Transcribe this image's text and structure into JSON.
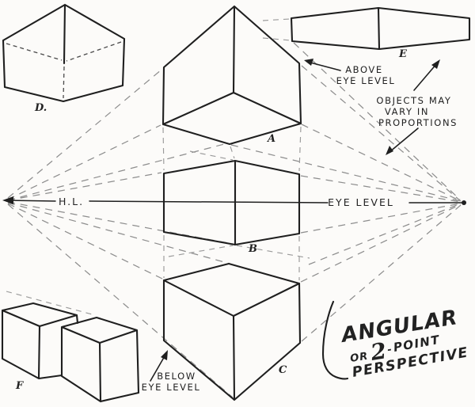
{
  "figure": {
    "box_labels": {
      "d": "D.",
      "a": "A",
      "b": "B",
      "c": "C",
      "e": "E",
      "f": "F"
    },
    "horizon": {
      "hl": "H.L.",
      "eye_level": "EYE LEVEL"
    },
    "annotations": {
      "above_eye_level": [
        "ABOVE",
        "EYE LEVEL"
      ],
      "objects_note": [
        "OBJECTS MAY",
        "VARY IN",
        "PROPORTIONS"
      ],
      "below_eye_level": [
        "BELOW",
        "EYE LEVEL"
      ],
      "title": {
        "angular": "ANGULAR",
        "or": "OR",
        "two": "2",
        "hyphen": "-",
        "point": "POINT",
        "perspective": "PERSPECTIVE"
      }
    },
    "colors": {
      "ink": "#1f1f1f",
      "construction_dash": "#8e8e8e",
      "paper": "#fcfbf9"
    }
  }
}
